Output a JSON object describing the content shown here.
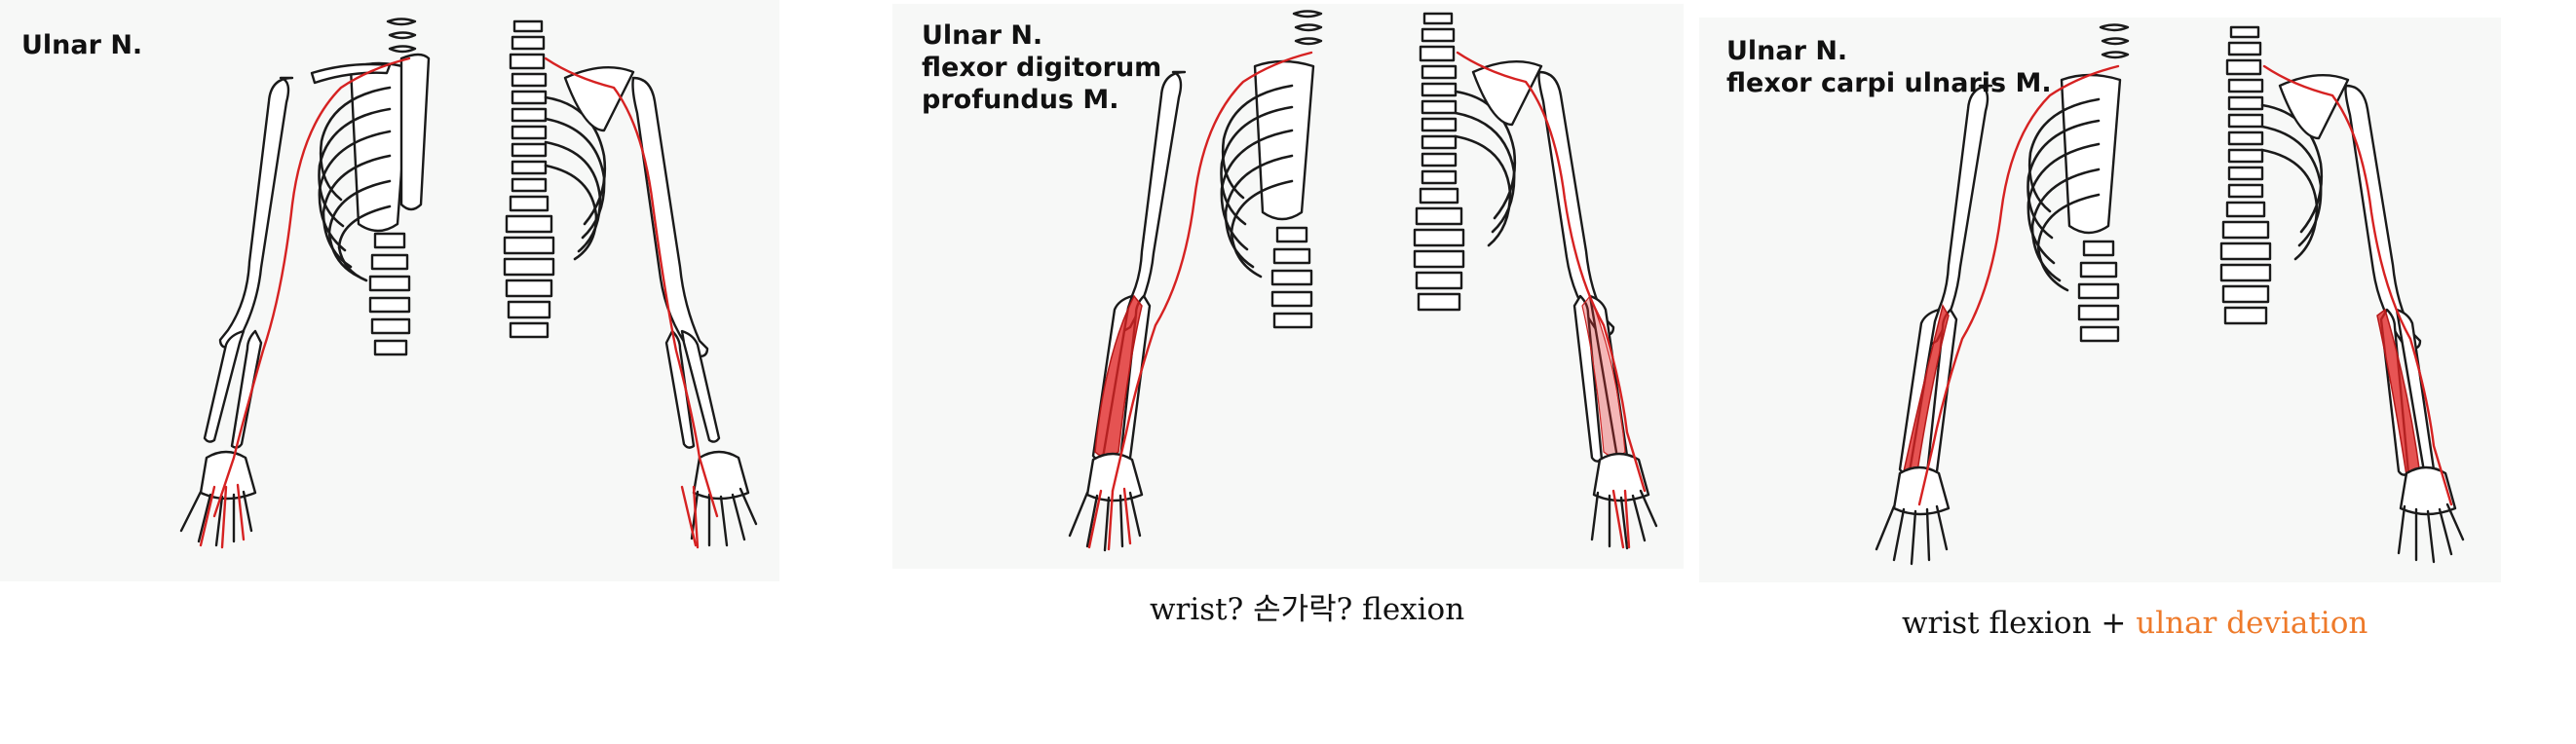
{
  "panels": [
    {
      "title": "Ulnar N.",
      "caption": ""
    },
    {
      "title": "Ulnar N.\nflexor digitorum\nprofundus M.",
      "caption": "wrist? 손가락? flexion"
    },
    {
      "title": "Ulnar N.\nflexor carpi ulnaris M.",
      "caption_main": "wrist flexion + ",
      "caption_highlight": "ulnar deviation"
    }
  ],
  "colors": {
    "nerve": "#d62222",
    "muscle": "#e02424",
    "highlight": "#ee7a2a"
  }
}
